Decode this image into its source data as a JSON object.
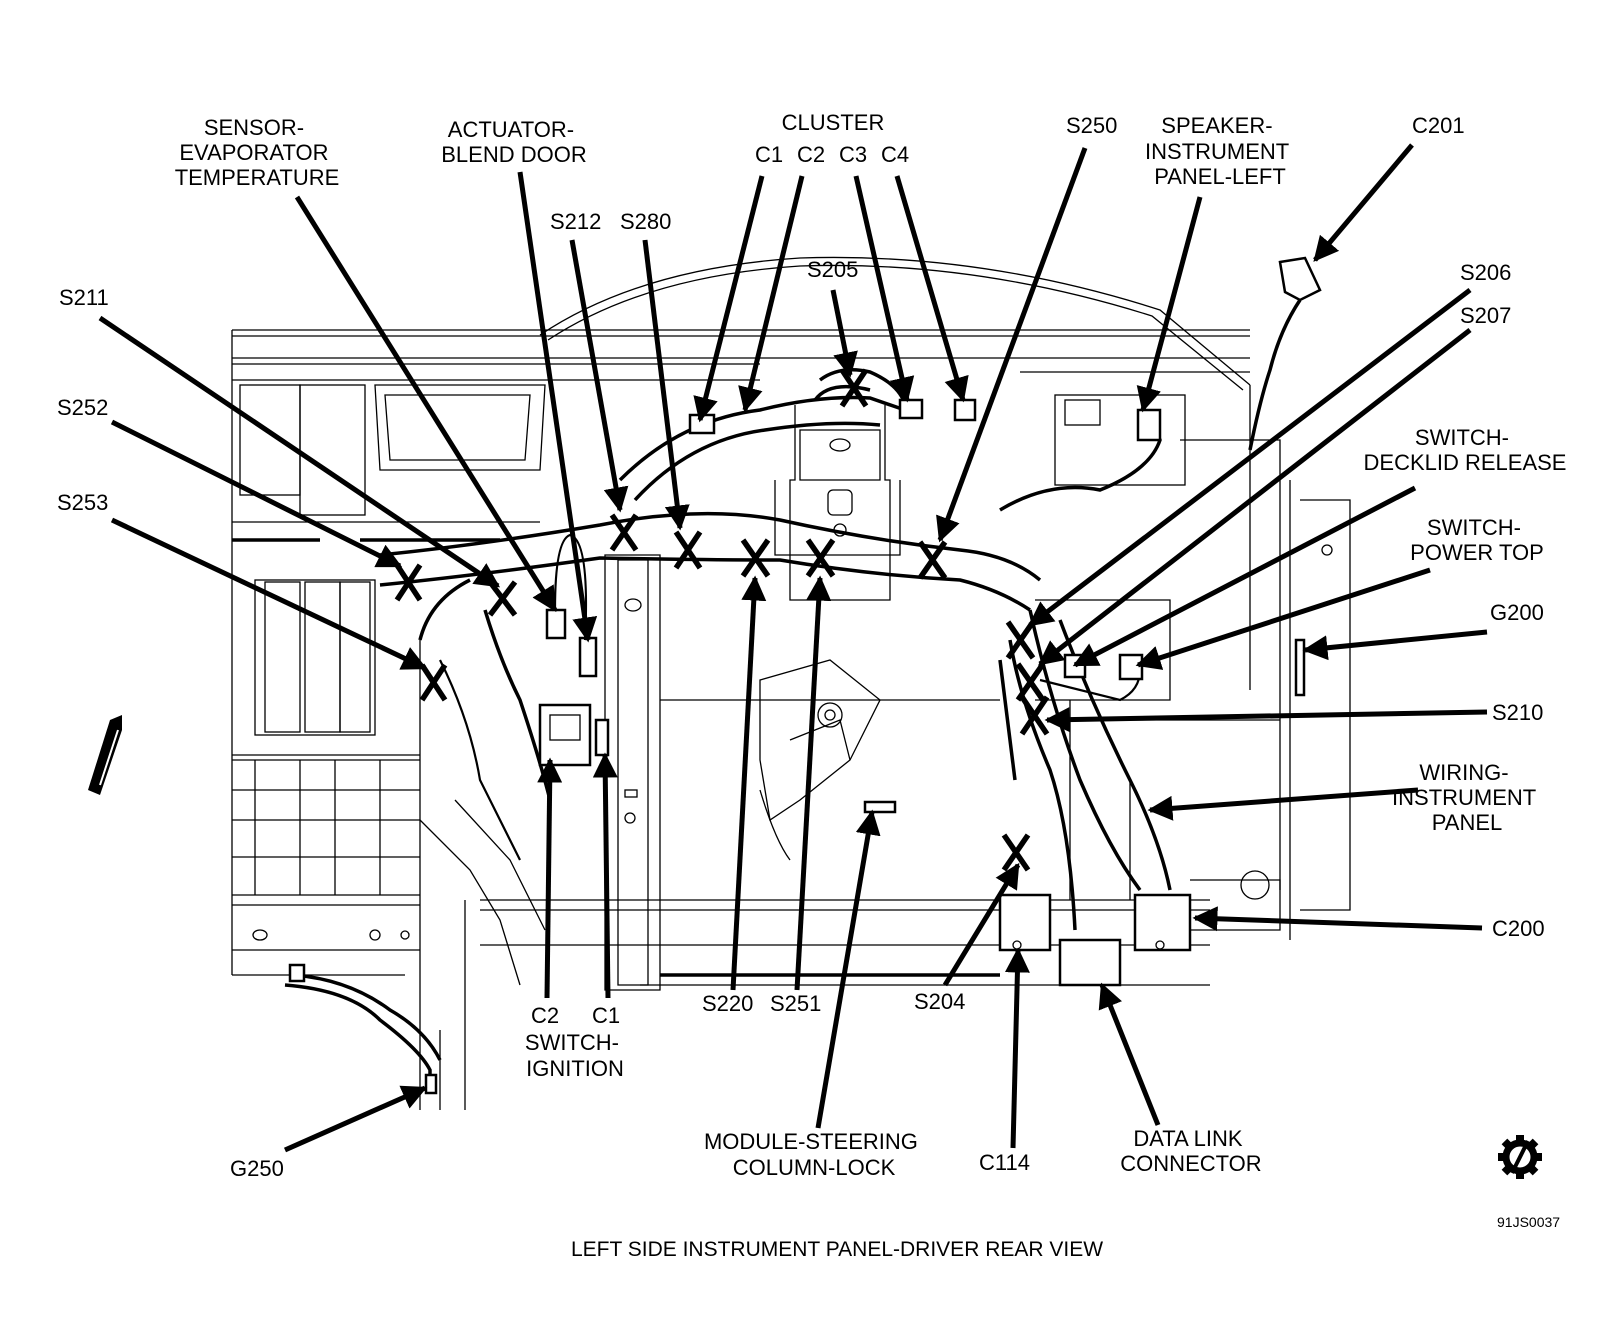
{
  "diagram": {
    "caption": "LEFT SIDE INSTRUMENT PANEL-DRIVER REAR VIEW",
    "figure_code": "91JS0037",
    "service_icon": "gear-slash-icon",
    "colors": {
      "ink": "#000000",
      "paper": "#ffffff"
    }
  },
  "labels": {
    "sensor_evaporator": [
      "SENSOR-",
      "EVAPORATOR",
      "TEMPERATURE"
    ],
    "actuator_blend_door": [
      "ACTUATOR-",
      "BLEND DOOR"
    ],
    "cluster": {
      "title": "CLUSTER",
      "connectors": [
        "C1",
        "C2",
        "C3",
        "C4"
      ]
    },
    "s250": "S250",
    "speaker_ip_left": [
      "SPEAKER-",
      "INSTRUMENT",
      "PANEL-LEFT"
    ],
    "c201": "C201",
    "s212": "S212",
    "s280": "S280",
    "s205": "S205",
    "s211": "S211",
    "s206": "S206",
    "s207": "S207",
    "s252": "S252",
    "s253": "S253",
    "switch_decklid": [
      "SWITCH-",
      "DECKLID RELEASE"
    ],
    "switch_power_top": [
      "SWITCH-",
      "POWER TOP"
    ],
    "g200": "G200",
    "s210": "S210",
    "wiring_ip": [
      "WIRING-",
      "INSTRUMENT",
      "PANEL"
    ],
    "c200": "C200",
    "switch_ignition": {
      "connectors": [
        "C2",
        "C1"
      ],
      "name": [
        "SWITCH-",
        "IGNITION"
      ]
    },
    "s220": "S220",
    "s251": "S251",
    "s204": "S204",
    "module_steering": [
      "MODULE-STEERING",
      "COLUMN-LOCK"
    ],
    "c114": "C114",
    "data_link": [
      "DATA LINK",
      "CONNECTOR"
    ],
    "g250": "G250"
  }
}
